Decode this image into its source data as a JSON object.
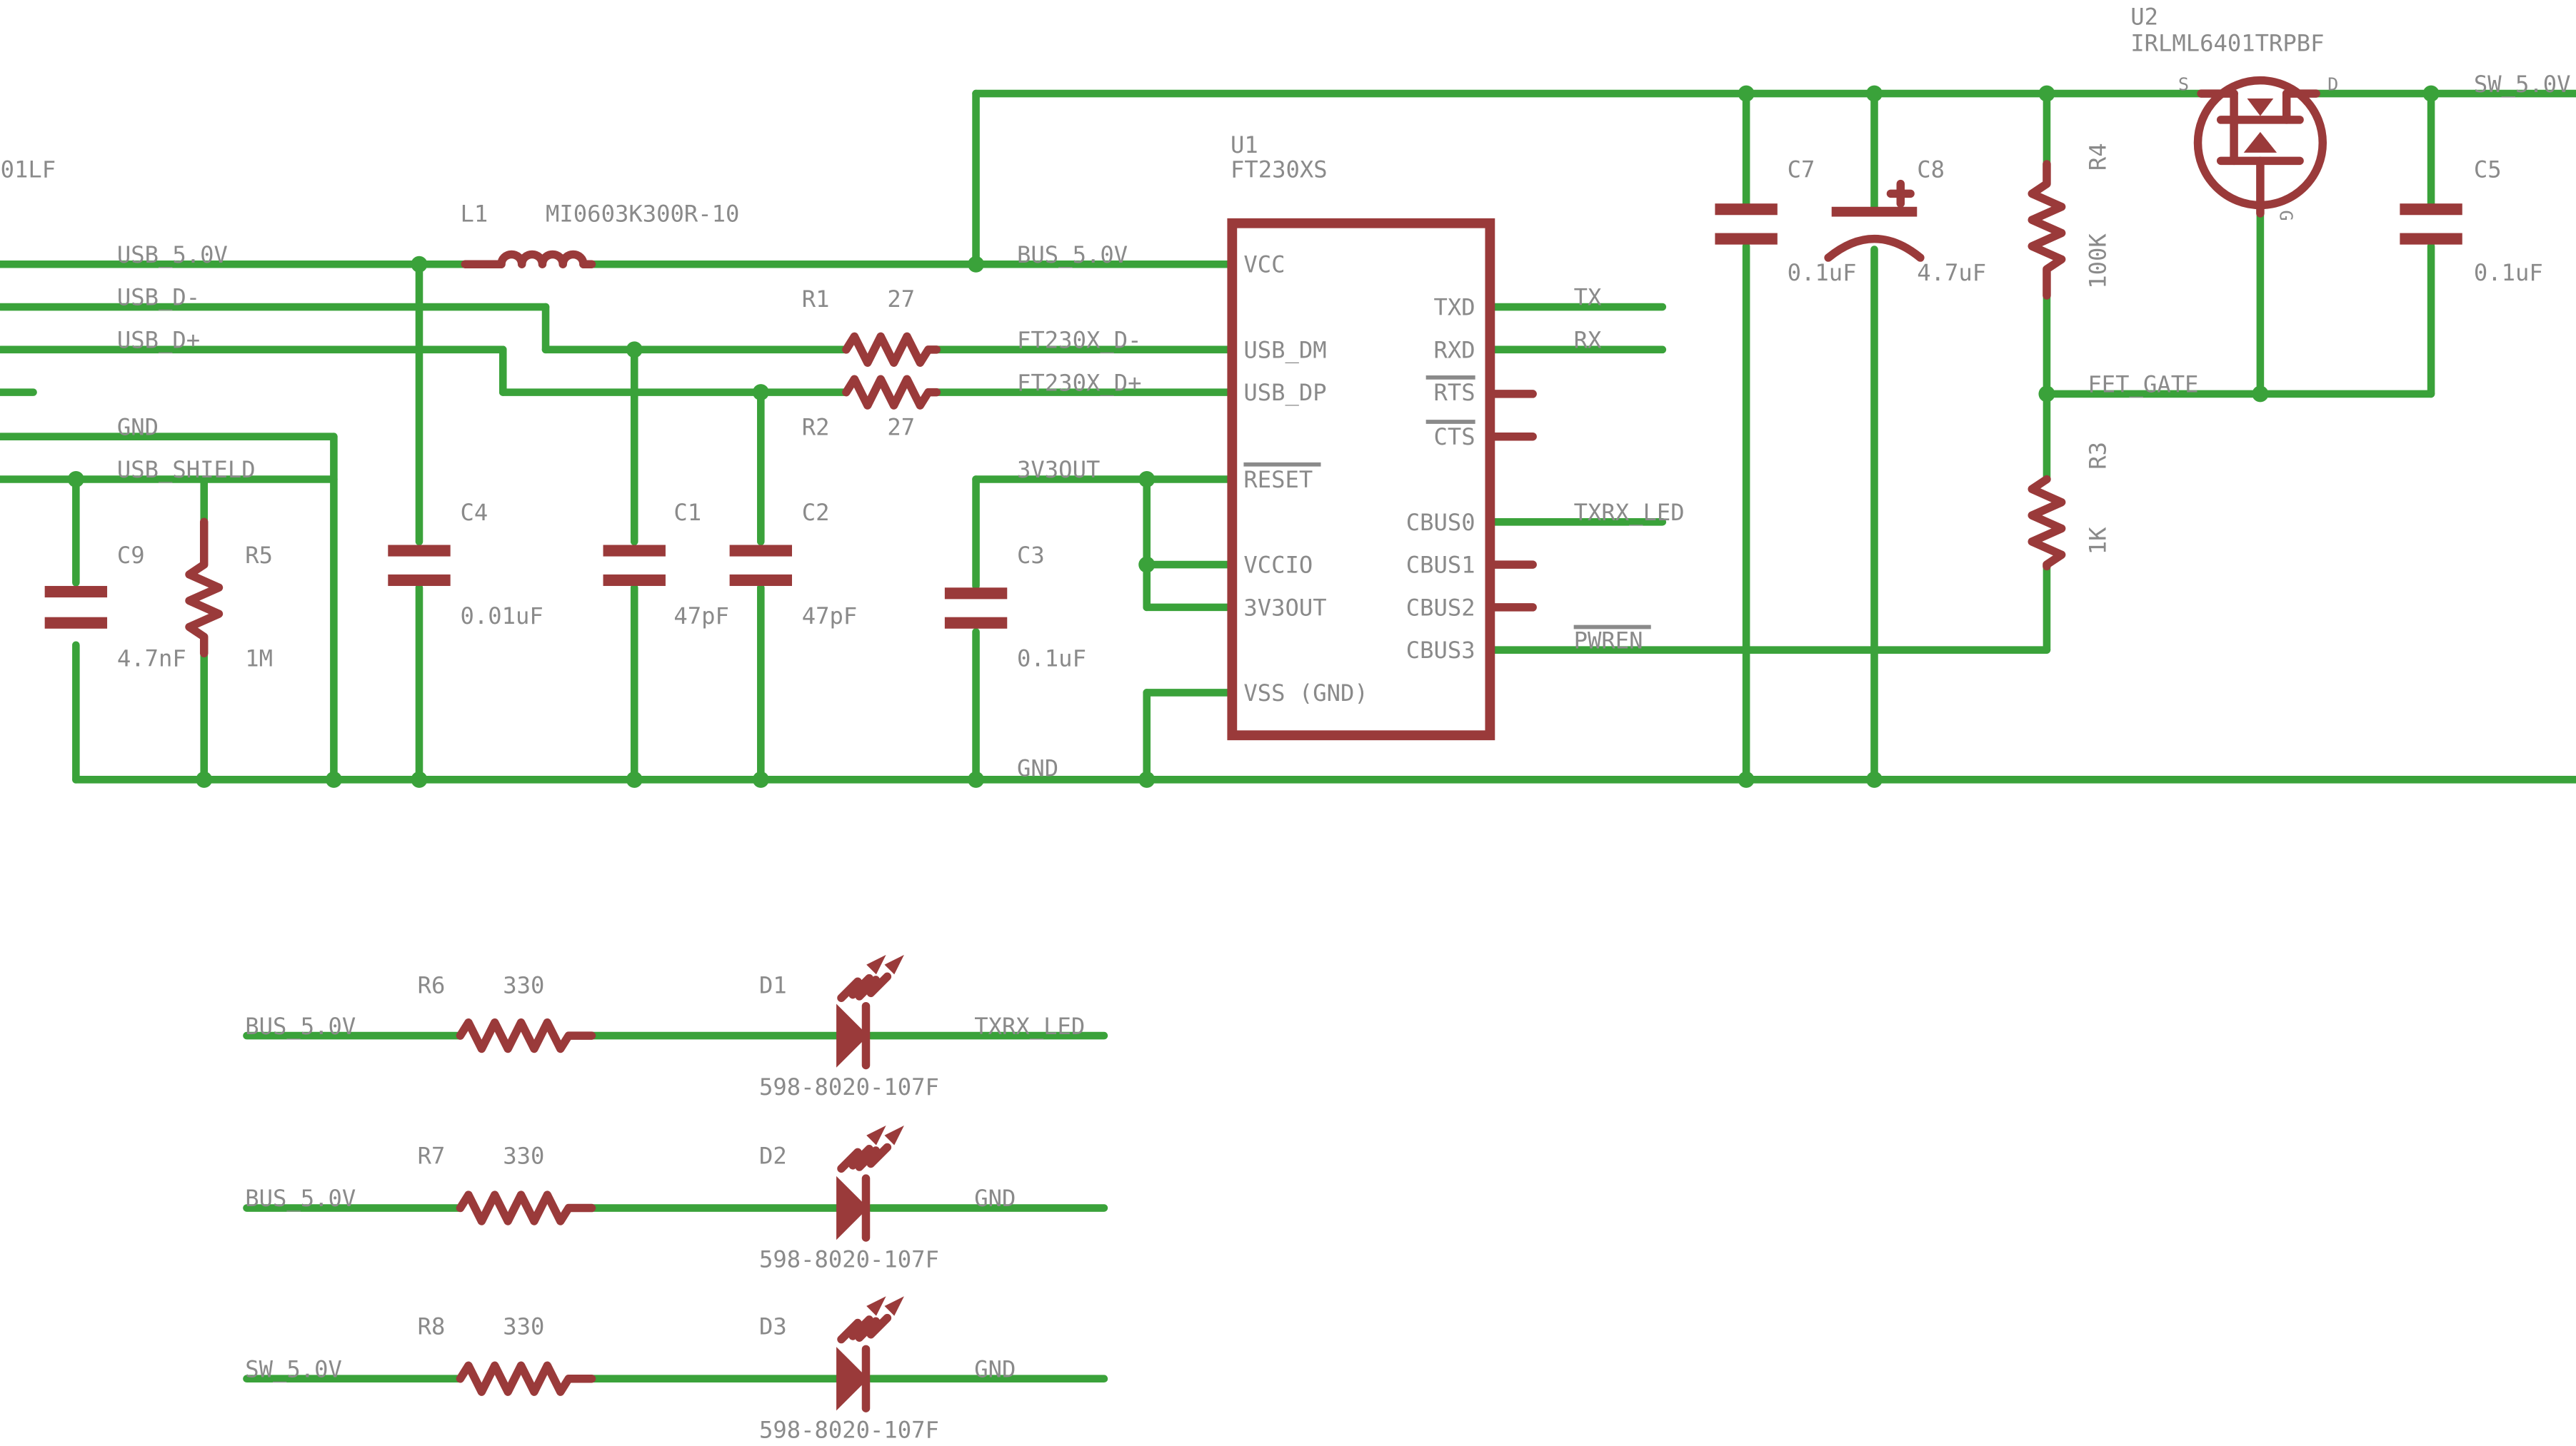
{
  "parts": {
    "l1": {
      "ref": "L1",
      "value": "MI0603K300R-10"
    },
    "u1": {
      "ref": "U1",
      "value": "FT230XS"
    },
    "u2": {
      "ref": "U2",
      "value": "IRLML6401TRPBF"
    },
    "r1": {
      "ref": "R1",
      "value": "27"
    },
    "r2": {
      "ref": "R2",
      "value": "27"
    },
    "r3": {
      "ref": "R3",
      "value": "1K"
    },
    "r4": {
      "ref": "R4",
      "value": "100K"
    },
    "r5": {
      "ref": "R5",
      "value": "1M"
    },
    "r6": {
      "ref": "R6",
      "value": "330"
    },
    "r7": {
      "ref": "R7",
      "value": "330"
    },
    "r8": {
      "ref": "R8",
      "value": "330"
    },
    "c1": {
      "ref": "C1",
      "value": "47pF"
    },
    "c2": {
      "ref": "C2",
      "value": "47pF"
    },
    "c3": {
      "ref": "C3",
      "value": "0.1uF"
    },
    "c4": {
      "ref": "C4",
      "value": "0.01uF"
    },
    "c5": {
      "ref": "C5",
      "value": "0.1uF"
    },
    "c7": {
      "ref": "C7",
      "value": "0.1uF"
    },
    "c8": {
      "ref": "C8",
      "value": "4.7uF"
    },
    "c9": {
      "ref": "C9",
      "value": "4.7nF"
    },
    "d1": {
      "ref": "D1",
      "value": "598-8020-107F"
    },
    "d2": {
      "ref": "D2",
      "value": "598-8020-107F"
    },
    "d3": {
      "ref": "D3",
      "value": "598-8020-107F"
    },
    "cut_part": {
      "value": "01LF"
    }
  },
  "u1_pins": {
    "left": [
      "VCC",
      "USB_DM",
      "USB_DP",
      "RESET",
      "VCCIO",
      "3V3OUT",
      "VSS (GND)"
    ],
    "right": [
      "TXD",
      "RXD",
      "RTS",
      "CTS",
      "CBUS0",
      "CBUS1",
      "CBUS2",
      "CBUS3"
    ]
  },
  "u2_pins": {
    "s": "S",
    "d": "D",
    "g": "G"
  },
  "nets": {
    "usb_5v": "USB_5.0V",
    "usb_dm": "USB_D-",
    "usb_dp": "USB_D+",
    "gnd": "GND",
    "usb_shield": "USB_SHIELD",
    "bus_5v": "BUS_5.0V",
    "ft_dm": "FT230X_D-",
    "ft_dp": "FT230X_D+",
    "v3out": "3V3OUT",
    "tx": "TX",
    "rx": "RX",
    "txrx_led": "TXRX_LED",
    "pwren": "PWREN",
    "fet_gate": "FET_GATE",
    "sw_5v": "SW_5.0V",
    "gnd_main": "GND"
  },
  "led_rows": [
    {
      "left_net": "BUS_5.0V",
      "right_net": "TXRX_LED"
    },
    {
      "left_net": "BUS_5.0V",
      "right_net": "GND"
    },
    {
      "left_net": "SW_5.0V",
      "right_net": "GND"
    }
  ]
}
